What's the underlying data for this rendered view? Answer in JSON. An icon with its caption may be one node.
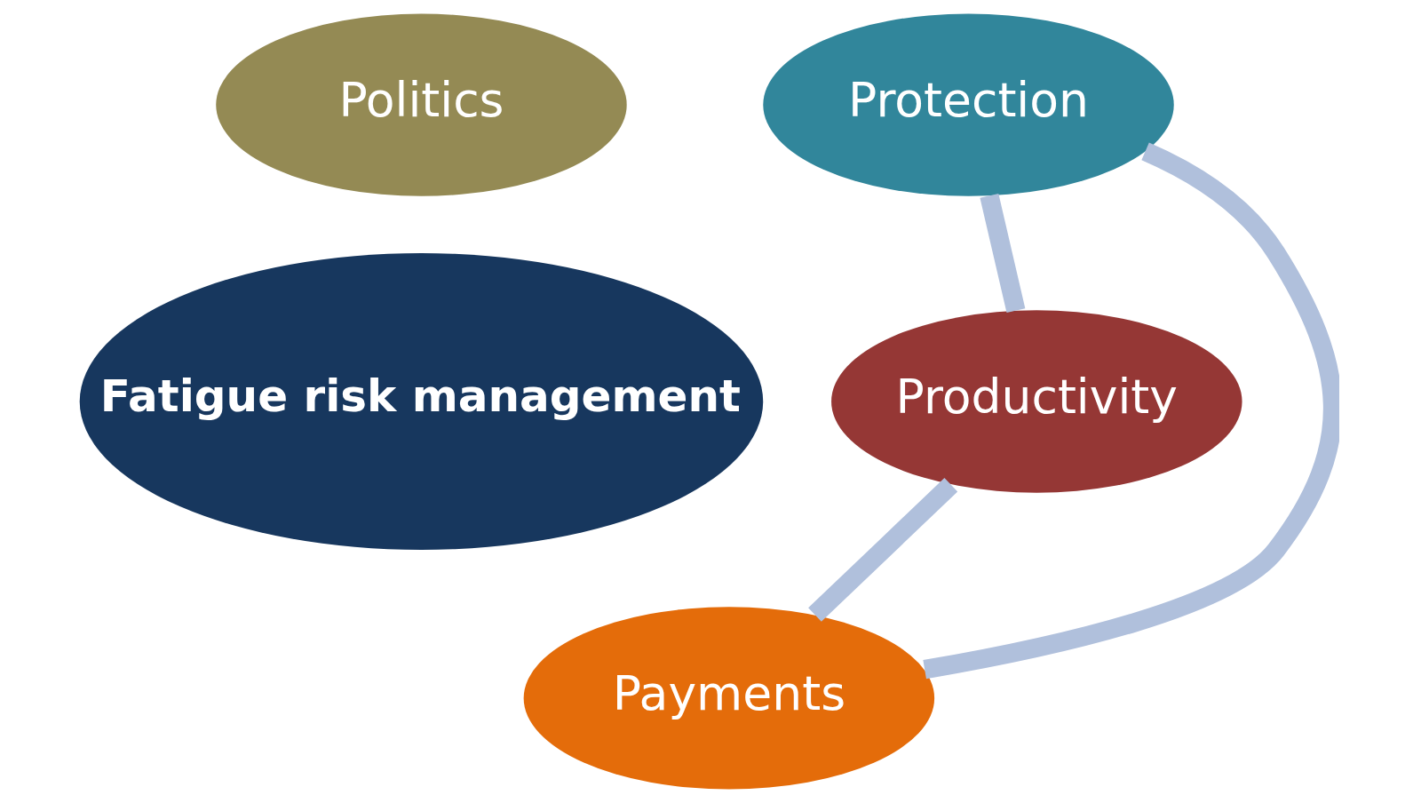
{
  "diagram": {
    "nodes": [
      {
        "text": [
          "Politics"
        ]
      },
      {
        "text": [
          "Protection"
        ]
      },
      {
        "text": [
          "Fatigue risk management"
        ]
      },
      {
        "text": [
          "Productivity"
        ]
      },
      {
        "text": [
          "Payments"
        ]
      }
    ],
    "edges": [
      {
        "from": 1,
        "to": 3,
        "arrow": "none"
      },
      {
        "from": 3,
        "to": 4,
        "arrow": "none"
      },
      {
        "from": 4,
        "to": 1,
        "arrow": "none"
      }
    ]
  }
}
